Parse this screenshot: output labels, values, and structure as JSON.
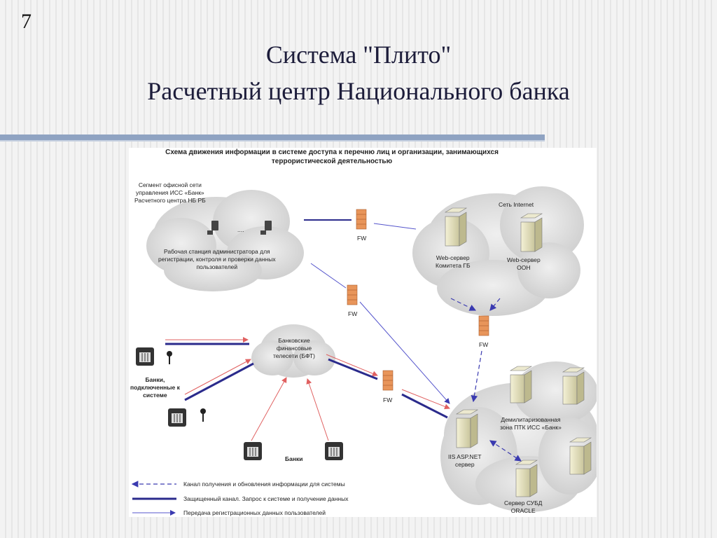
{
  "slide": {
    "number": "7"
  },
  "title": {
    "line1": "Система \"Плито\"",
    "line2": "Расчетный центр Национального банка"
  },
  "diagram": {
    "header": {
      "line1": "Схема движения информации в системе доступа к перечню лиц и организации, занимающихся",
      "line2": "террористической деятельностью"
    },
    "office_segment": {
      "line1": "Сегмент офисной сети",
      "line2": "управления ИСС «Банк»",
      "line3": "Расчетного центра НБ РБ"
    },
    "admin_station": {
      "line1": "Рабочая станция администратора для",
      "line2": "регистрации, контроля и проверки данных",
      "line3": "пользователей"
    },
    "dots": "....",
    "fw_label": "FW",
    "internet": "Сеть Internet",
    "web_gb": {
      "line1": "Web-сервер",
      "line2": "Комитета ГБ"
    },
    "web_oon": {
      "line1": "Web-сервер",
      "line2": "ООН"
    },
    "bft": {
      "line1": "Банковские",
      "line2": "финансовые",
      "line3": "телесети (БФТ)"
    },
    "connected_banks": {
      "line1": "Банки,",
      "line2": "подключенные к",
      "line3": "системе"
    },
    "banks": "Банки",
    "dmz": {
      "line1": "Демилитаризованная",
      "line2": "зона ПТК ИСС «Банк»"
    },
    "iis": {
      "line1": "IIS ASP.NET",
      "line2": "сервер"
    },
    "dbms": {
      "line1": "Сервер СУБД",
      "line2": "ORACLE"
    },
    "legend": [
      {
        "style": "dashed-arrow",
        "color": "#3a3ab0",
        "text": "Канал получения и обновления информации для системы"
      },
      {
        "style": "thick-line",
        "color": "#2b2b8c",
        "text": "Защищенный канал. Запрос к системе и получение данных"
      },
      {
        "style": "thin-arrow",
        "color": "#5555cc",
        "text": "Передача регистрационных данных пользователей"
      }
    ],
    "colors": {
      "cloud": "#d9d9d9",
      "secure_channel": "#2b2b8c",
      "red_line": "#e06060",
      "firewall": "#e8955a"
    }
  }
}
